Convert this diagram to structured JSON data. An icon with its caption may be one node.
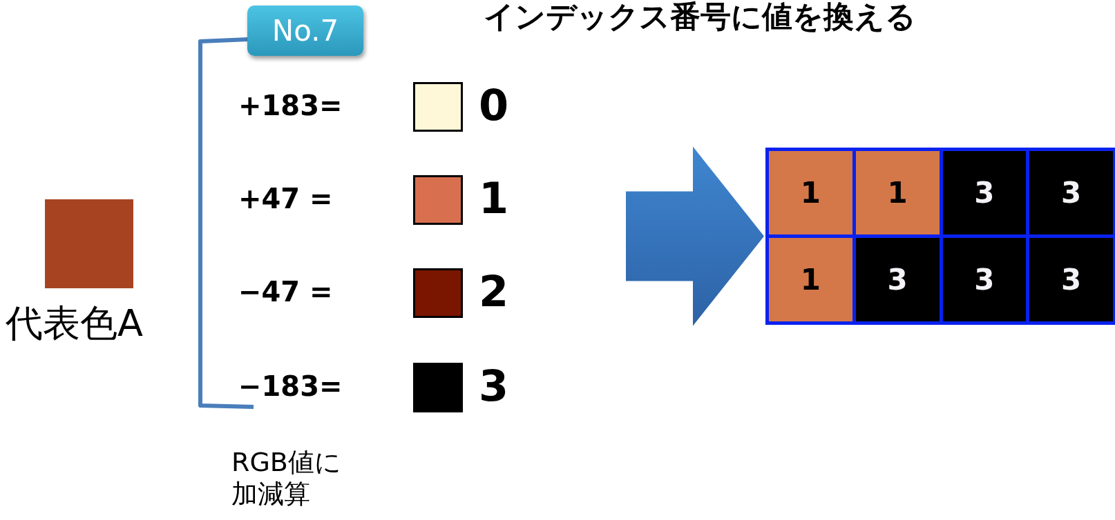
{
  "diagram": {
    "title": "インデックス番号に値を換える",
    "nodes": [
      {
        "text": [],
        "shape": "box",
        "beside": [
          "代表色A"
        ]
      },
      {
        "text": [
          "No.7"
        ]
      },
      {
        "text": [],
        "shape": "box"
      },
      {
        "text": [
          "1"
        ],
        "in": 2
      },
      {
        "text": [
          "1"
        ],
        "in": 2
      },
      {
        "text": [
          "3"
        ],
        "in": 2
      },
      {
        "text": [
          "3"
        ],
        "in": 2
      },
      {
        "text": [
          "1"
        ],
        "in": 2
      },
      {
        "text": [
          "3"
        ],
        "in": 2
      },
      {
        "text": [
          "3"
        ],
        "in": 2
      },
      {
        "text": [
          "3"
        ],
        "in": 2
      }
    ],
    "edges": [
      {
        "from": null,
        "to": 2,
        "arrow": "to",
        "style": "thick"
      }
    ],
    "labels": [
      "+183=",
      "+47 =",
      "−47 =",
      "−183=",
      "RGB値に加減算"
    ],
    "legend": [
      {
        "text": "0",
        "color": "#fff8d8"
      },
      {
        "text": "1",
        "color": "#d87050"
      },
      {
        "text": "2",
        "color": "#7a1500"
      },
      {
        "text": "3",
        "color": "#000000"
      }
    ]
  }
}
